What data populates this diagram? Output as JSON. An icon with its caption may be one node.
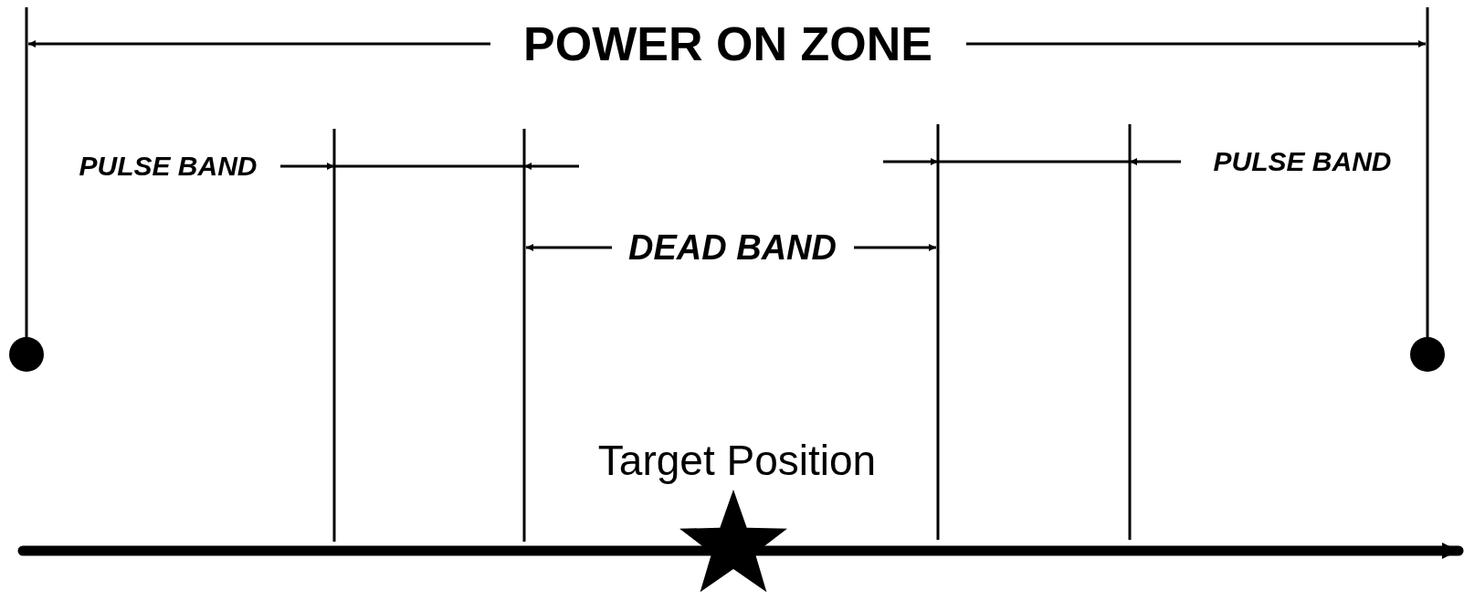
{
  "diagram": {
    "labels": [
      "POWER ON ZONE",
      "PULSE BAND",
      "DEAD BAND",
      "PULSE BAND",
      "Target Position"
    ]
  }
}
